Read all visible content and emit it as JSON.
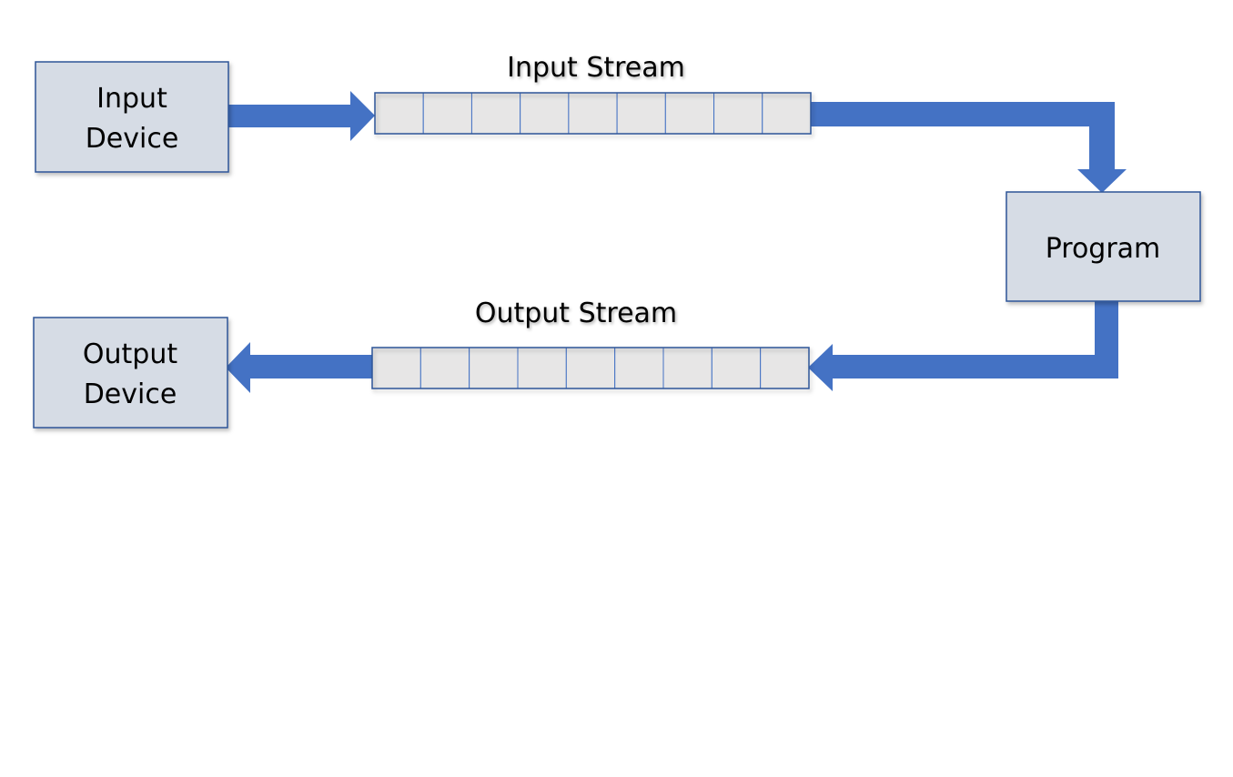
{
  "colors": {
    "box_fill": "#d6dce5",
    "box_stroke": "#2f5597",
    "arrow_fill": "#4472c4",
    "cell_fill": "#e7e6e6",
    "cell_stroke": "#4472c4"
  },
  "nodes": {
    "input_device": {
      "line1": "Input",
      "line2": "Device"
    },
    "program": {
      "label": "Program"
    },
    "output_device": {
      "line1": "Output",
      "line2": "Device"
    }
  },
  "streams": {
    "input": {
      "label": "Input Stream",
      "cell_count": 9
    },
    "output": {
      "label": "Output Stream",
      "cell_count": 9
    }
  }
}
